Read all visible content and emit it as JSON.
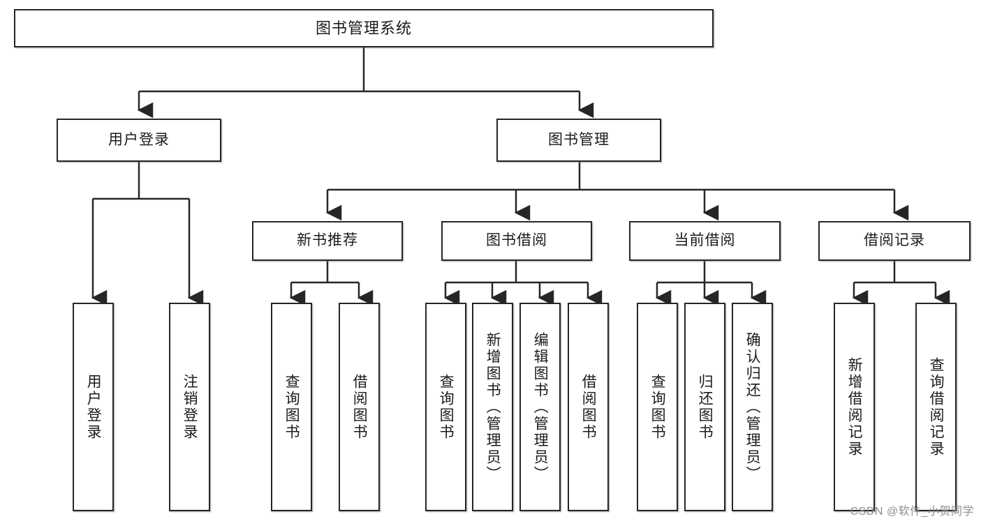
{
  "diagram": {
    "type": "tree-hierarchy-chart",
    "title_text": "图书管理系统",
    "root": {
      "label": "图书管理系统"
    },
    "level2": [
      {
        "label": "用户登录"
      },
      {
        "label": "图书管理"
      }
    ],
    "level3": [
      {
        "label": "新书推荐"
      },
      {
        "label": "图书借阅"
      },
      {
        "label": "当前借阅"
      },
      {
        "label": "借阅记录"
      }
    ],
    "leaves": {
      "user_login": [
        {
          "label": "用户登录"
        },
        {
          "label": "注销登录"
        }
      ],
      "new_book_recommend": [
        {
          "label": "查询图书"
        },
        {
          "label": "借阅图书"
        }
      ],
      "book_borrow": [
        {
          "label": "查询图书"
        },
        {
          "label": "新增图书（管理员）"
        },
        {
          "label": "编辑图书（管理员）"
        },
        {
          "label": "借阅图书"
        }
      ],
      "current_borrow": [
        {
          "label": "查询图书"
        },
        {
          "label": "归还图书"
        },
        {
          "label": "确认归还（管理员）"
        }
      ],
      "borrow_record": [
        {
          "label": "新增借阅记录"
        },
        {
          "label": "查询借阅记录"
        }
      ]
    }
  },
  "watermark": {
    "text": "CSDN @软件_小贺同学"
  },
  "colors": {
    "box_border": "#262626",
    "box_fill": "#ffffff",
    "line": "#262626",
    "text": "#1b1b1b",
    "watermark": "#8e8e8e"
  }
}
